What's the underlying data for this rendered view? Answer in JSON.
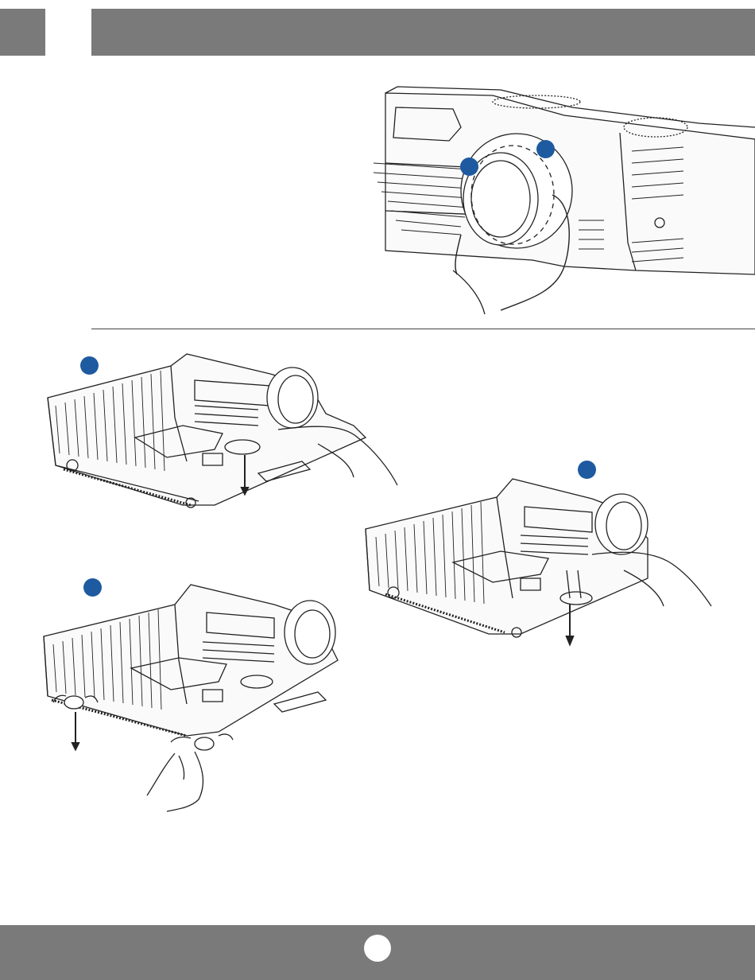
{
  "header": {
    "left_tab": "",
    "title_bar": ""
  },
  "footer": {
    "page_number": ""
  },
  "colors": {
    "header_gray": "#7a7a7a",
    "callout_blue": "#1e5aa0",
    "line": "#222222"
  },
  "figures": [
    {
      "name": "lens-removal",
      "icon": "projector-front-lens-hands"
    },
    {
      "name": "bottom-cover-release",
      "icon": "projector-underside-hand"
    },
    {
      "name": "feet-removal",
      "icon": "projector-underside-feet-rotate"
    },
    {
      "name": "adjuster-foot-removal",
      "icon": "projector-underside-adjuster"
    }
  ]
}
